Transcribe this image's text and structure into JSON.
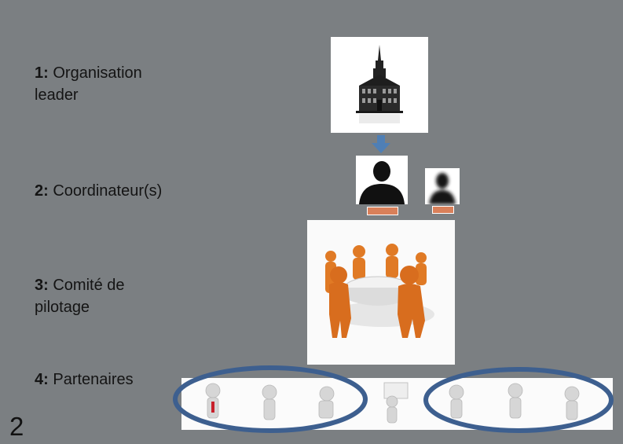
{
  "levels": [
    {
      "number": "1:",
      "text_line1": "Organisation",
      "text_line2": "leader"
    },
    {
      "number": "2:",
      "text_line1": "Coordinateur(s)"
    },
    {
      "number": "3:",
      "text_line1": "Comité de",
      "text_line2": "pilotage"
    },
    {
      "number": "4:",
      "text_line1": "Partenaires"
    }
  ],
  "slide_number": "2",
  "colors": {
    "background": "#7b7f82",
    "arrow": "#4f7fb5",
    "ellipse": "#3d5f8f",
    "orange": "#e07a25"
  },
  "icons": [
    "building-icon",
    "person-silhouette-icon",
    "team-meeting-icon",
    "partners-figures-icon"
  ]
}
